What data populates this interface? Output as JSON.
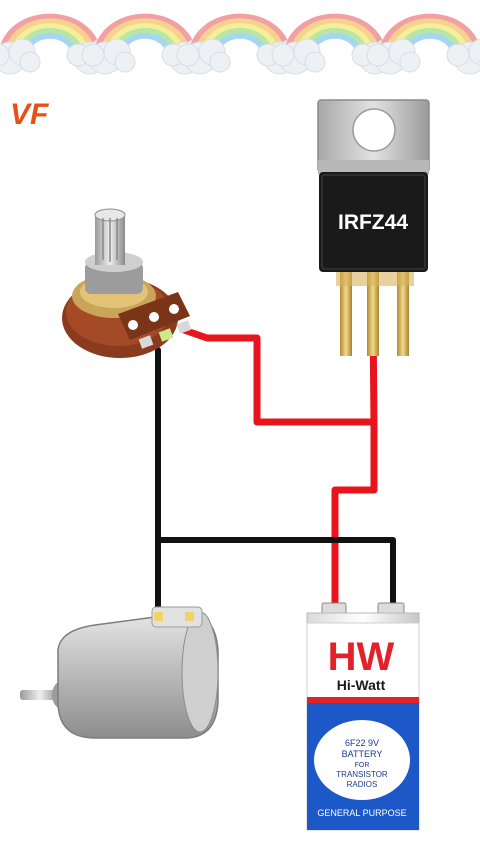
{
  "brand": {
    "logo_text": "VF",
    "logo_color": "#e8501a"
  },
  "mosfet": {
    "label": "IRFZ44"
  },
  "battery": {
    "brand_hw": "HW",
    "brand_name": "Hi-Watt",
    "spec_line1": "6F22 9V",
    "spec_line2": "BATTERY",
    "spec_line3": "FOR",
    "spec_line4": "TRANSISTOR",
    "spec_line5": "RADIOS",
    "footer": "GENERAL PURPOSE"
  },
  "colors": {
    "wire_positive": "#e8141e",
    "wire_negative": "#111111",
    "battery_blue": "#1c58c8",
    "battery_red": "#e2222b",
    "mosfet_body": "#1a1a1a",
    "mosfet_tab": "#c9c9c9",
    "pot_base": "#8a3b1e",
    "rainbow": [
      "#f3a0a5",
      "#f7d28f",
      "#f4ef9a",
      "#b8e6a6",
      "#a5d8ef"
    ]
  },
  "icons": [
    "rainbow-cloud-icon",
    "potentiometer-icon",
    "mosfet-icon",
    "dc-motor-icon",
    "battery-9v-icon"
  ]
}
